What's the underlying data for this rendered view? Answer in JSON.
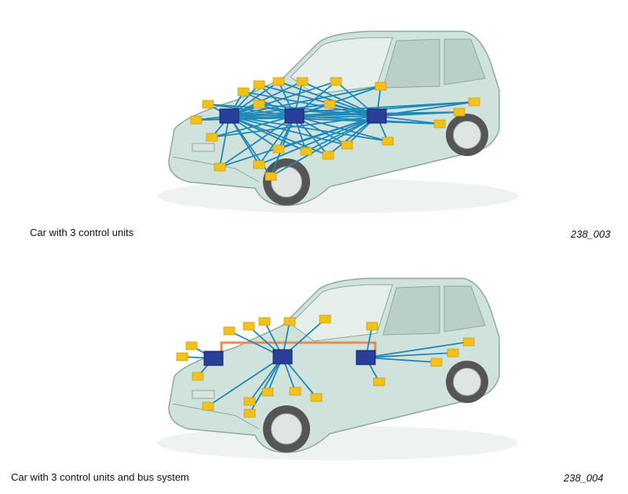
{
  "figures": [
    {
      "caption": "Car with 3 control units",
      "number": "238_003"
    },
    {
      "caption": "Car with 3 control units and bus system",
      "number": "238_004"
    }
  ],
  "colors": {
    "body": "#cfe3dc",
    "body_stroke": "#8fa8a0",
    "control_unit": "#2a3f9a",
    "sensor": "#f2c21a",
    "wire": "#1e88b8",
    "bus": "#ec8a4a"
  }
}
